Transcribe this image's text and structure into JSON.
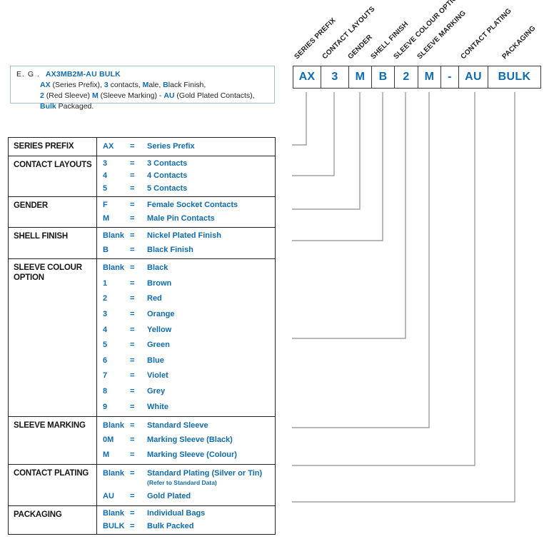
{
  "colors": {
    "blue": "#0e6cb3",
    "line_gray": "#8e8e91",
    "table_border": "#232020",
    "example_border": "#a3bfd4"
  },
  "example": {
    "label": "E. G .",
    "code": "AX3MB2M-AU BULK",
    "line2": [
      {
        "t": "AX",
        "b": true
      },
      {
        "t": " (Series Prefix), ",
        "b": false
      },
      {
        "t": "3",
        "b": true
      },
      {
        "t": " contacts, ",
        "b": false
      },
      {
        "t": "M",
        "b": true
      },
      {
        "t": "ale, ",
        "b": false
      },
      {
        "t": "B",
        "b": true
      },
      {
        "t": "lack Finish,",
        "b": false
      }
    ],
    "line3": [
      {
        "t": "2",
        "b": true
      },
      {
        "t": " (Red Sleeve) ",
        "b": false
      },
      {
        "t": "M",
        "b": true
      },
      {
        "t": " (Sleeve Marking) - ",
        "b": false
      },
      {
        "t": "AU",
        "b": true
      },
      {
        "t": " (Gold Plated Contacts), ",
        "b": false
      },
      {
        "t": "Bulk",
        "b": true
      },
      {
        "t": " Packaged.",
        "b": false
      }
    ]
  },
  "code_boxes": {
    "cells": [
      "AX",
      "3",
      "M",
      "B",
      "2",
      "M",
      "-",
      "AU",
      "BULK"
    ]
  },
  "column_labels": [
    "SERIES PREFIX",
    "CONTACT LAYOUTS",
    "GENDER",
    "SHELL FINISH",
    "SLEEVE COLOUR OPTION",
    "SLEEVE MARKING",
    "CONTACT PLATING",
    "PACKAGING"
  ],
  "table": {
    "equals": "=",
    "sections": [
      {
        "name": "SERIES PREFIX",
        "rows": [
          {
            "code": "AX",
            "desc": "Series Prefix"
          }
        ]
      },
      {
        "name": "CONTACT LAYOUTS",
        "rows": [
          {
            "code": "3",
            "desc": "3 Contacts"
          },
          {
            "code": "4",
            "desc": "4 Contacts"
          },
          {
            "code": "5",
            "desc": "5 Contacts"
          }
        ]
      },
      {
        "name": "GENDER",
        "rows": [
          {
            "code": "F",
            "desc": "Female Socket Contacts"
          },
          {
            "code": "M",
            "desc": "Male Pin Contacts"
          }
        ]
      },
      {
        "name": "SHELL FINISH",
        "rows": [
          {
            "code": "Blank",
            "desc": "Nickel Plated Finish"
          },
          {
            "code": "B",
            "desc": "Black Finish"
          }
        ]
      },
      {
        "name": "SLEEVE COLOUR OPTION",
        "rows": [
          {
            "code": "Blank",
            "desc": "Black"
          },
          {
            "code": "1",
            "desc": "Brown"
          },
          {
            "code": "2",
            "desc": "Red"
          },
          {
            "code": "3",
            "desc": "Orange"
          },
          {
            "code": "4",
            "desc": "Yellow"
          },
          {
            "code": "5",
            "desc": "Green"
          },
          {
            "code": "6",
            "desc": "Blue"
          },
          {
            "code": "7",
            "desc": "Violet"
          },
          {
            "code": "8",
            "desc": "Grey"
          },
          {
            "code": "9",
            "desc": "White"
          }
        ]
      },
      {
        "name": "SLEEVE MARKING",
        "rows": [
          {
            "code": "Blank",
            "desc": "Standard Sleeve"
          },
          {
            "code": "0M",
            "desc": "Marking Sleeve (Black)"
          },
          {
            "code": "M",
            "desc": "Marking Sleeve (Colour)"
          }
        ]
      },
      {
        "name": "CONTACT PLATING",
        "rows": [
          {
            "code": "Blank",
            "desc": "Standard Plating (Silver or Tin)",
            "sub": "(Refer to Standard Data)"
          },
          {
            "code": "AU",
            "desc": "Gold Plated"
          }
        ]
      },
      {
        "name": "PACKAGING",
        "rows": [
          {
            "code": "Blank",
            "desc": "Individual Bags"
          },
          {
            "code": "BULK",
            "desc": "Bulk Packed"
          }
        ]
      }
    ]
  }
}
